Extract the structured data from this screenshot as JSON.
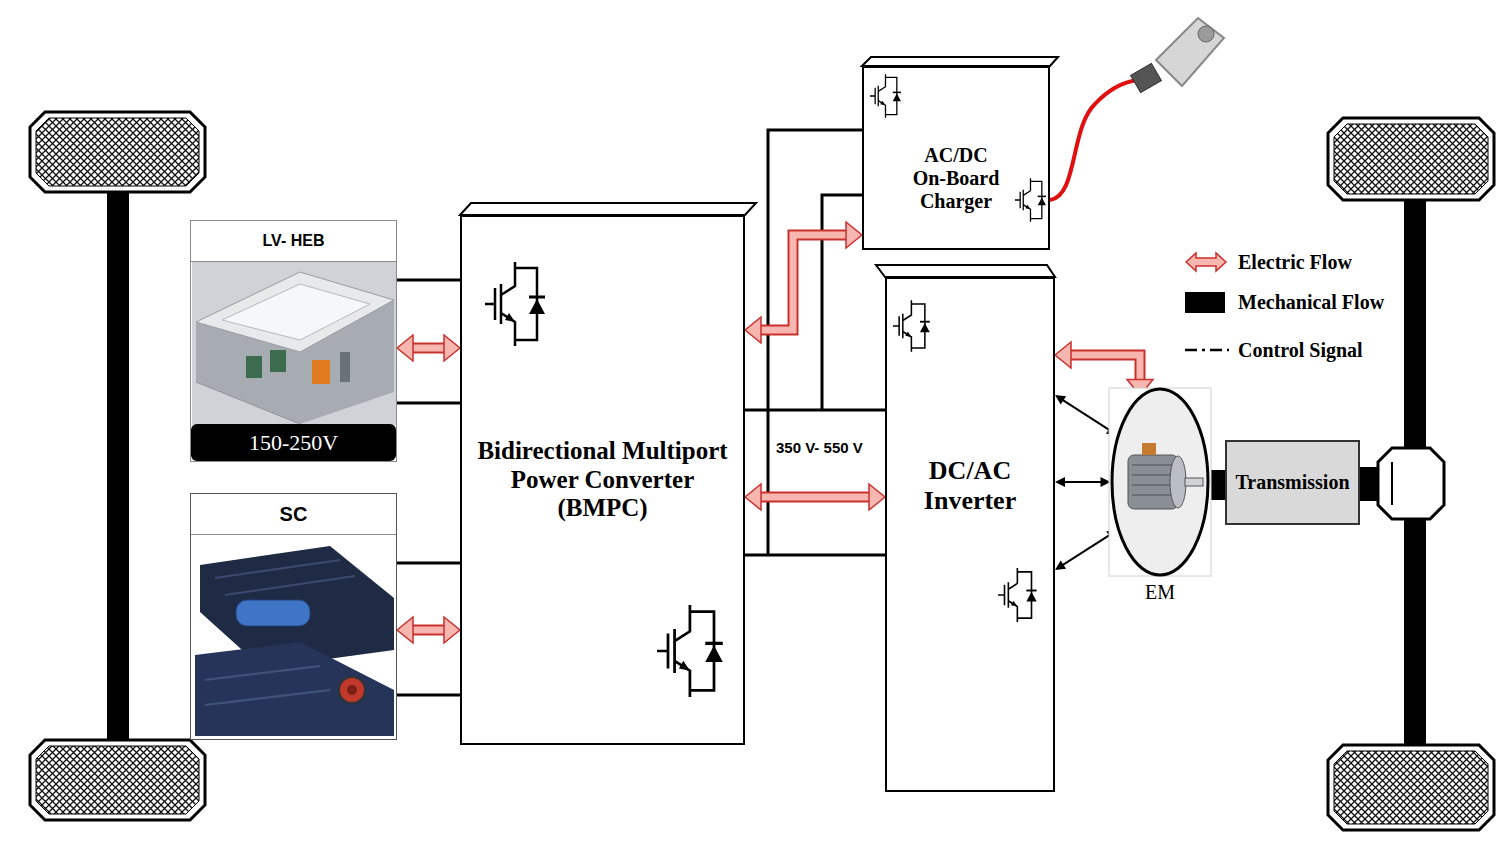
{
  "diagram": {
    "nodes": [
      {
        "text": [
          "LV- HEB",
          "150-250V"
        ]
      },
      {
        "text": [
          "SC"
        ]
      },
      {
        "text": [
          "Bidirectional Multiport Power Converter (BMPC)"
        ]
      },
      {
        "text": [
          "AC/DC On-Board Charger"
        ]
      },
      {
        "text": [
          "DC/AC Inverter"
        ]
      },
      {
        "text": [
          "EM"
        ]
      },
      {
        "text": [
          "Transmission"
        ]
      }
    ],
    "edges": [
      {
        "from": 0,
        "to": 2,
        "arrow": "both"
      },
      {
        "from": 1,
        "to": 2,
        "arrow": "both"
      },
      {
        "from": 2,
        "to": 4,
        "label": "350 V- 550 V",
        "arrow": "both"
      },
      {
        "from": 2,
        "to": 3,
        "arrow": "both"
      },
      {
        "from": 4,
        "to": 5,
        "arrow": "both"
      },
      {
        "from": 4,
        "to": 5,
        "arrow": "both"
      },
      {
        "from": 4,
        "to": 5,
        "arrow": "both"
      },
      {
        "from": 4,
        "to": 5,
        "arrow": "both"
      },
      {
        "from": 5,
        "to": 6,
        "arrow": "none"
      }
    ],
    "legend": [
      {
        "text": "Electric Flow"
      },
      {
        "text": "Mechanical Flow",
        "color": "#000000"
      },
      {
        "text": "Control Signal"
      }
    ]
  }
}
